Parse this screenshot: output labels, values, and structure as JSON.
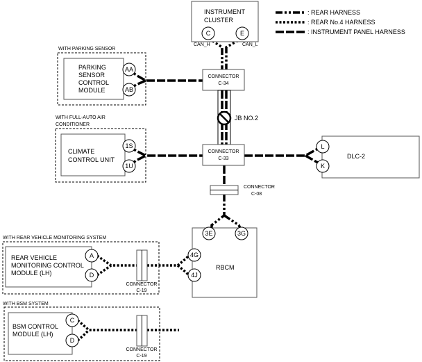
{
  "legend": {
    "rear": ": REAR HARNESS",
    "rear4": ": REAR No.4 HARNESS",
    "ip": ": INSTRUMENT PANEL HARNESS"
  },
  "cluster": {
    "line1": "INSTRUMENT",
    "line2": "CLUSTER",
    "pin_c": "C",
    "pin_e": "E",
    "can_h": "CAN_H",
    "can_l": "CAN_L"
  },
  "parking": {
    "group": "WITH PARKING SENSOR",
    "l1": "PARKING",
    "l2": "SENSOR",
    "l3": "CONTROL",
    "l4": "MODULE",
    "pin_aa": "AA",
    "pin_ab": "AB"
  },
  "c34": {
    "l1": "CONNECTOR",
    "l2": "C-34"
  },
  "jb": "JB NO.2",
  "climate": {
    "group1": "WITH FULL-AUTO AIR",
    "group2": "CONDITIONER",
    "l1": "CLIMATE",
    "l2": "CONTROL UNIT",
    "pin_1s": "1S",
    "pin_1u": "1U"
  },
  "c33": {
    "l1": "CONNECTOR",
    "l2": "C-33"
  },
  "dlc": {
    "name": "DLC-2",
    "pin_l": "L",
    "pin_k": "K"
  },
  "c08": {
    "l1": "CONNECTOR",
    "l2": "C-08"
  },
  "rbcm": {
    "name": "RBCM",
    "pin_3e": "3E",
    "pin_3g": "3G",
    "pin_4g": "4G",
    "pin_4j": "4J"
  },
  "rvm": {
    "group": "WITH REAR VEHICLE MONITORING SYSTEM",
    "l1": "REAR VEHICLE",
    "l2": "MONITORING CONTROL",
    "l3": "MODULE (LH)",
    "pin_a": "A",
    "pin_d": "D"
  },
  "c19a": {
    "l1": "CONNECTOR",
    "l2": "C-19"
  },
  "bsm": {
    "group": "WITH BSM SYSTEM",
    "l1": "BSM CONTROL",
    "l2": "MODULE (LH)",
    "pin_c": "C",
    "pin_d": "D"
  },
  "c19b": {
    "l1": "CONNECTOR",
    "l2": "C-19"
  }
}
